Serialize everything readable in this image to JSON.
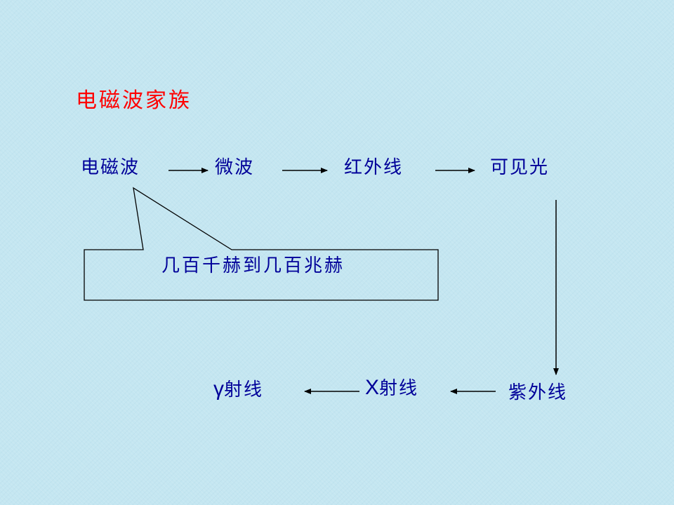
{
  "slide": {
    "title": "电磁波家族",
    "nodes": [
      {
        "id": "em-wave",
        "label": "电磁波"
      },
      {
        "id": "microwave",
        "label": "微波"
      },
      {
        "id": "infrared",
        "label": "红外线"
      },
      {
        "id": "visible-light",
        "label": "可见光"
      },
      {
        "id": "ultraviolet",
        "label": "紫外线"
      },
      {
        "id": "x-ray",
        "prefix": "X",
        "suffix": "射线"
      },
      {
        "id": "gamma-ray",
        "prefix": "γ",
        "suffix": "射线"
      }
    ],
    "callout": {
      "text": "几百千赫到几百兆赫"
    }
  },
  "colors": {
    "title": "#ff0000",
    "node_text": "#000099",
    "callout_text": "#000099",
    "lines": "#000000",
    "background": "#c4e6f1"
  }
}
